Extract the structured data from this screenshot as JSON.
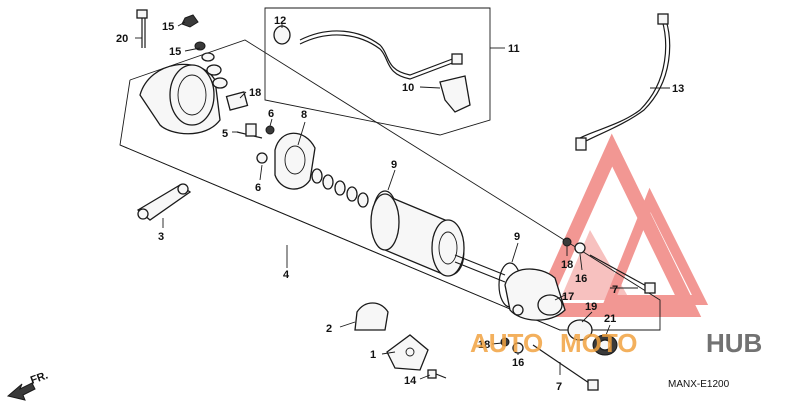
{
  "diagram": {
    "code": "MANX-E1200",
    "direction": "FR.",
    "callouts": [
      {
        "id": "c1",
        "label": "1"
      },
      {
        "id": "c2",
        "label": "2"
      },
      {
        "id": "c3",
        "label": "3"
      },
      {
        "id": "c4",
        "label": "4"
      },
      {
        "id": "c5",
        "label": "5"
      },
      {
        "id": "c6a",
        "label": "6"
      },
      {
        "id": "c6b",
        "label": "6"
      },
      {
        "id": "c7a",
        "label": "7"
      },
      {
        "id": "c7b",
        "label": "7"
      },
      {
        "id": "c8",
        "label": "8"
      },
      {
        "id": "c9a",
        "label": "9"
      },
      {
        "id": "c9b",
        "label": "9"
      },
      {
        "id": "c10",
        "label": "10"
      },
      {
        "id": "c11",
        "label": "11"
      },
      {
        "id": "c12",
        "label": "12"
      },
      {
        "id": "c13",
        "label": "13"
      },
      {
        "id": "c14",
        "label": "14"
      },
      {
        "id": "c15a",
        "label": "15"
      },
      {
        "id": "c15b",
        "label": "15"
      },
      {
        "id": "c16a",
        "label": "16"
      },
      {
        "id": "c16b",
        "label": "16"
      },
      {
        "id": "c17",
        "label": "17"
      },
      {
        "id": "c18a",
        "label": "18"
      },
      {
        "id": "c18b",
        "label": "18"
      },
      {
        "id": "c18c",
        "label": "18"
      },
      {
        "id": "c19",
        "label": "19"
      },
      {
        "id": "c20",
        "label": "20"
      },
      {
        "id": "c21",
        "label": "21"
      }
    ]
  },
  "watermark": {
    "part1": "AUTO",
    "part2": "MOTO",
    "part3": "HUB",
    "color_red": "#e8433c",
    "color_orange": "#f2a341",
    "color_gray": "#5a5a5a"
  }
}
